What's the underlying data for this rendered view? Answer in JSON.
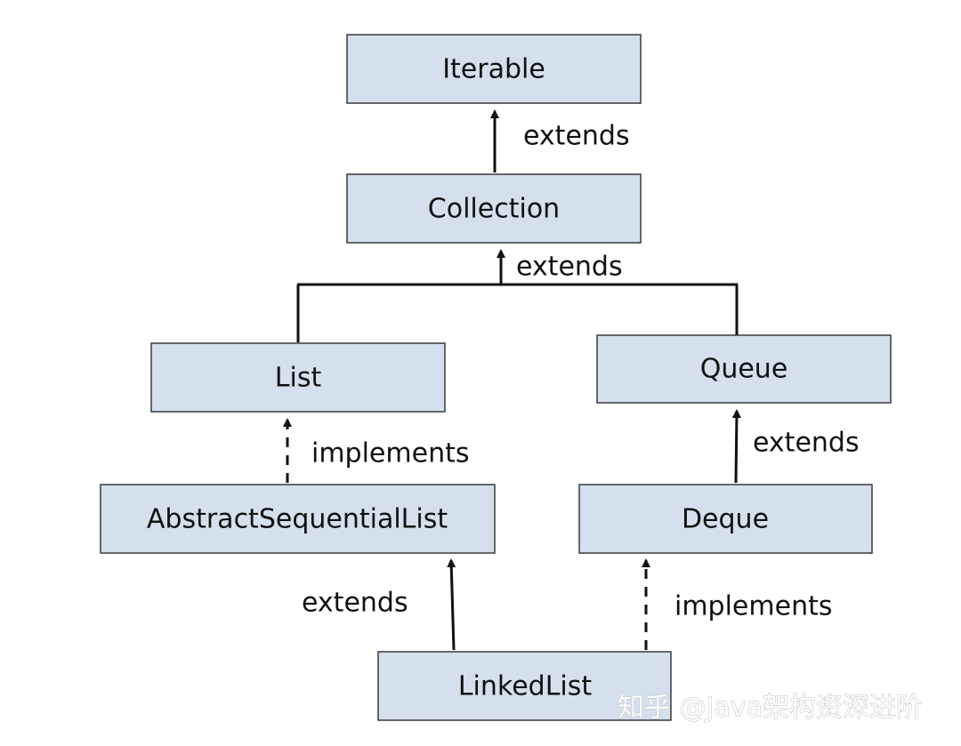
{
  "nodes": {
    "iterable": "Iterable",
    "collection": "Collection",
    "list": "List",
    "queue": "Queue",
    "abstract_sequential_list": "AbstractSequentialList",
    "deque": "Deque",
    "linked_list": "LinkedList"
  },
  "edges": {
    "collection_to_iterable": {
      "label": "extends",
      "style": "solid"
    },
    "list_queue_to_collection": {
      "label": "extends",
      "style": "solid"
    },
    "asl_to_list": {
      "label": "implements",
      "style": "dashed"
    },
    "deque_to_queue": {
      "label": "extends",
      "style": "solid"
    },
    "linkedlist_to_asl": {
      "label": "extends",
      "style": "solid"
    },
    "linkedlist_to_deque": {
      "label": "implements",
      "style": "dashed"
    }
  },
  "watermark": "知乎 @Java架构资深进阶",
  "colors": {
    "node_fill": "#d5e0ee",
    "node_border": "#3a3a3a",
    "line": "#111111"
  }
}
